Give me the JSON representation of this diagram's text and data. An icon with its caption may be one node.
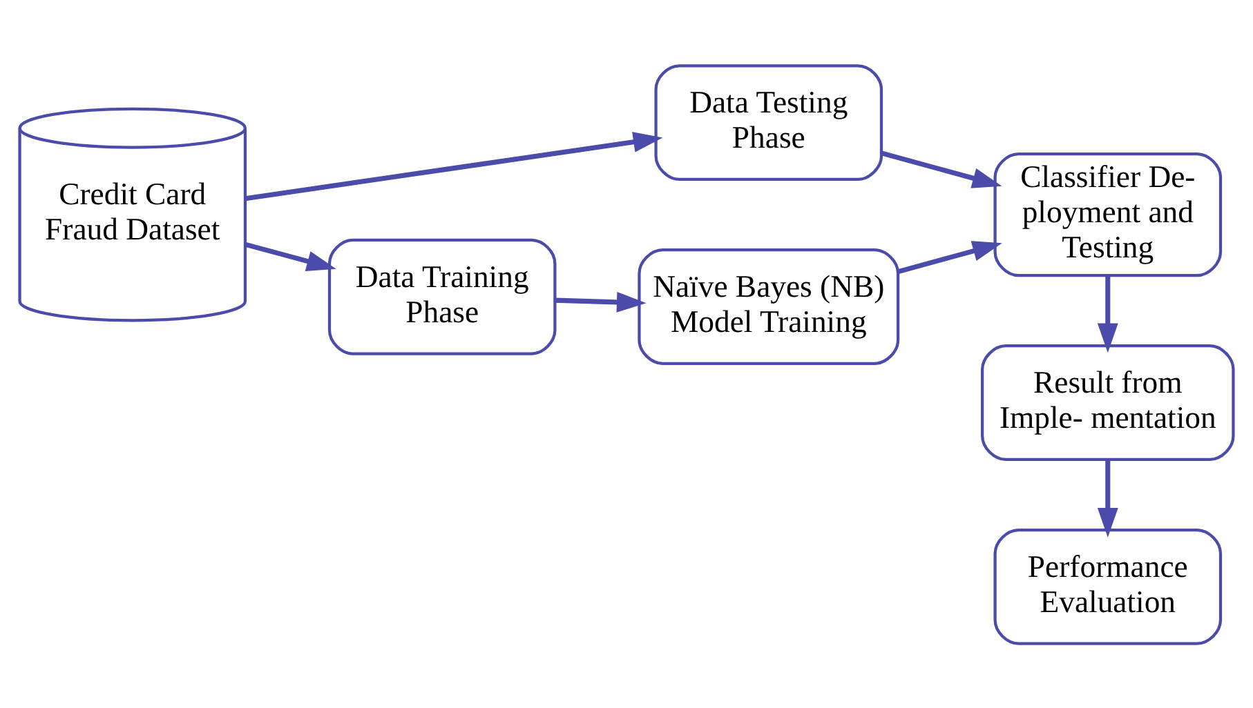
{
  "diagram": {
    "nodes": [
      {
        "text": [
          "Credit Card Fraud Dataset"
        ]
      },
      {
        "text": [
          "Data Testing Phase"
        ]
      },
      {
        "text": [
          "Data Training Phase"
        ]
      },
      {
        "text": [
          "Naïve Bayes (NB) Model Training"
        ]
      },
      {
        "text": [
          "Classifier De- ployment and Testing"
        ]
      },
      {
        "text": [
          "Result from Imple- mentation"
        ]
      },
      {
        "text": [
          "Performance Evaluation"
        ]
      }
    ],
    "edges": [
      {
        "from": 0,
        "to": 1,
        "arrow": "to"
      },
      {
        "from": 0,
        "to": 2,
        "arrow": "to"
      },
      {
        "from": 2,
        "to": 3,
        "arrow": "to"
      },
      {
        "from": 3,
        "to": 4,
        "arrow": "to"
      },
      {
        "from": 1,
        "to": 4,
        "arrow": "to"
      },
      {
        "from": 4,
        "to": 5,
        "arrow": "to"
      },
      {
        "from": 5,
        "to": 6,
        "arrow": "to"
      }
    ]
  }
}
